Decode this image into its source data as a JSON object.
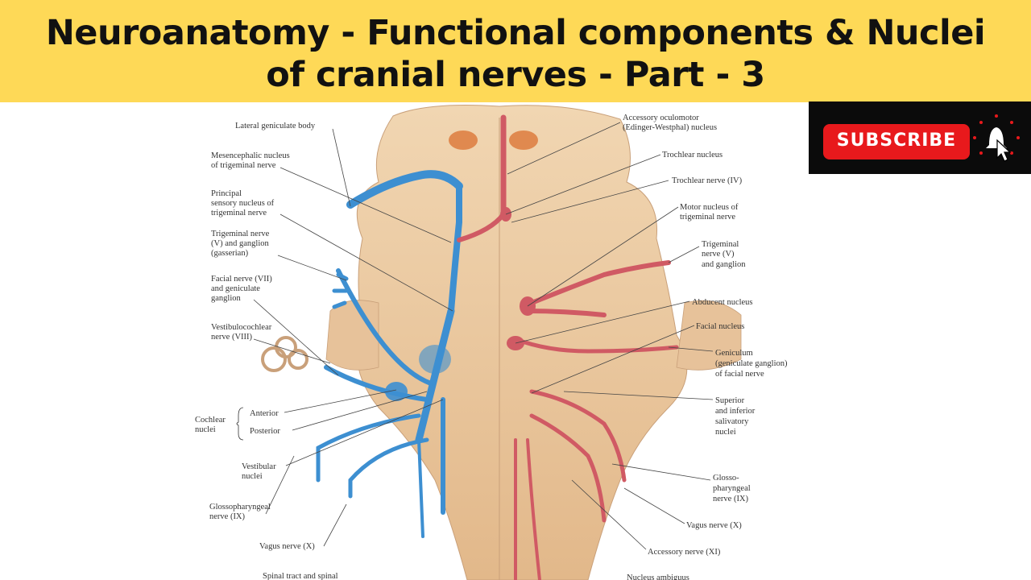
{
  "title_line1": "Neuroanatomy - Functional components & Nuclei",
  "title_line2": "of cranial nerves - Part - 3",
  "subscribe": {
    "label": "SUBSCRIBE",
    "icon": "bell-cursor-icon"
  },
  "colors": {
    "banner": "#fed957",
    "sensory": "#3d8fd1",
    "motor": "#d05a64",
    "tissue": "#ecc9a0"
  },
  "labels": {
    "lateral_geniculate": "Lateral geniculate body",
    "mesencephalic_1": "Mesencephalic nucleus",
    "mesencephalic_2": "of trigeminal nerve",
    "principal_1": "Principal",
    "principal_2": "sensory nucleus of",
    "principal_3": "trigeminal nerve",
    "trigeminal_l_1": "Trigeminal nerve",
    "trigeminal_l_2": "(V) and ganglion",
    "trigeminal_l_3": "(gasserian)",
    "facial_l_1": "Facial nerve (VII)",
    "facial_l_2": "and geniculate",
    "facial_l_3": "ganglion",
    "vestibulo_1": "Vestibulocochlear",
    "vestibulo_2": "nerve (VIII)",
    "cochlear_1": "Cochlear",
    "cochlear_2": "nuclei",
    "anterior": "Anterior",
    "posterior": "Posterior",
    "vestibular_1": "Vestibular",
    "vestibular_2": "nuclei",
    "glosso_l_1": "Glossopharyngeal",
    "glosso_l_2": "nerve (IX)",
    "vagus_l": "Vagus nerve (X)",
    "spinal_tract": "Spinal tract and spinal",
    "accessory_oculo_1": "Accessory oculomotor",
    "accessory_oculo_2": "(Edinger-Westphal) nucleus",
    "trochlear_nucleus": "Trochlear nucleus",
    "trochlear_nerve": "Trochlear nerve (IV)",
    "motor_trig_1": "Motor nucleus of",
    "motor_trig_2": "trigeminal nerve",
    "trigeminal_r_1": "Trigeminal",
    "trigeminal_r_2": "nerve (V)",
    "trigeminal_r_3": "and ganglion",
    "abducent": "Abducent nucleus",
    "facial_nucleus": "Facial nucleus",
    "geniculum_1": "Geniculum",
    "geniculum_2": "(geniculate ganglion)",
    "geniculum_3": "of facial nerve",
    "salivatory_1": "Superior",
    "salivatory_2": "and inferior",
    "salivatory_3": "salivatory",
    "salivatory_4": "nuclei",
    "glosso_r_1": "Glosso-",
    "glosso_r_2": "pharyngeal",
    "glosso_r_3": "nerve (IX)",
    "vagus_r": "Vagus nerve (X)",
    "accessory_nerve": "Accessory nerve (XI)",
    "nucleus_ambiguus": "Nucleus ambiguus"
  }
}
